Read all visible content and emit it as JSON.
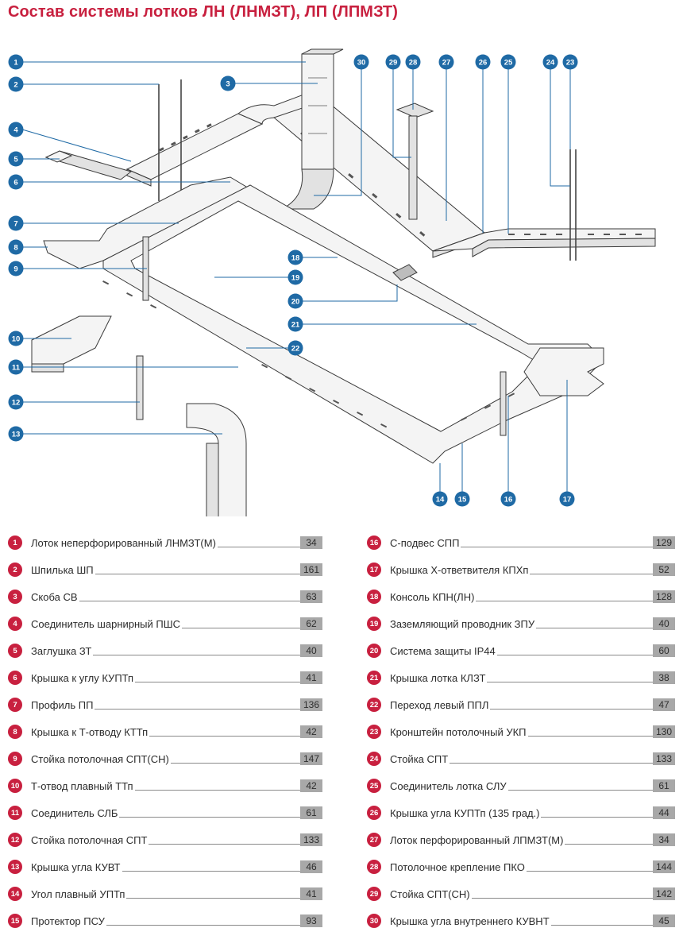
{
  "title": "Состав системы лотков ЛН (ЛНМЗТ), ЛП (ЛПМЗТ)",
  "colors": {
    "title": "#c8203f",
    "legend_badge": "#c8203f",
    "callout": "#1f6aa5",
    "page_box": "#a8a8a8"
  },
  "callouts": [
    "1",
    "2",
    "3",
    "4",
    "5",
    "6",
    "7",
    "8",
    "9",
    "10",
    "11",
    "12",
    "13",
    "14",
    "15",
    "16",
    "17",
    "18",
    "19",
    "20",
    "21",
    "22",
    "23",
    "24",
    "25",
    "26",
    "27",
    "28",
    "29",
    "30"
  ],
  "legend_left": [
    {
      "num": "1",
      "name": "Лоток неперфорированный ЛНМЗТ(М)",
      "page": "34"
    },
    {
      "num": "2",
      "name": "Шпилька ШП",
      "page": "161"
    },
    {
      "num": "3",
      "name": "Скоба СВ",
      "page": "63"
    },
    {
      "num": "4",
      "name": "Соединитель шарнирный ПШС",
      "page": "62"
    },
    {
      "num": "5",
      "name": "Заглушка ЗТ",
      "page": "40"
    },
    {
      "num": "6",
      "name": "Крышка к углу КУПТп",
      "page": "41"
    },
    {
      "num": "7",
      "name": "Профиль ПП",
      "page": "136"
    },
    {
      "num": "8",
      "name": "Крышка к Т-отводу КТТп",
      "page": "42"
    },
    {
      "num": "9",
      "name": "Стойка потолочная СПТ(СН)",
      "page": "147"
    },
    {
      "num": "10",
      "name": "Т-отвод плавный ТТп",
      "page": "42"
    },
    {
      "num": "11",
      "name": "Соединитель СЛБ",
      "page": "61"
    },
    {
      "num": "12",
      "name": "Стойка потолочная СПТ",
      "page": "133"
    },
    {
      "num": "13",
      "name": "Крышка угла КУВТ",
      "page": "46"
    },
    {
      "num": "14",
      "name": "Угол плавный УПТп",
      "page": "41"
    },
    {
      "num": "15",
      "name": "Протектор ПСУ",
      "page": "93"
    }
  ],
  "legend_right": [
    {
      "num": "16",
      "name": "С-подвес СПП",
      "page": "129"
    },
    {
      "num": "17",
      "name": "Крышка Х-ответвителя КПХп",
      "page": "52"
    },
    {
      "num": "18",
      "name": "Консоль КПН(ЛН)",
      "page": "128"
    },
    {
      "num": "19",
      "name": "Заземляющий проводник ЗПУ",
      "page": "40"
    },
    {
      "num": "20",
      "name": "Система защиты IP44",
      "page": "60"
    },
    {
      "num": "21",
      "name": "Крышка лотка КЛЗТ",
      "page": "38"
    },
    {
      "num": "22",
      "name": "Переход левый ППЛ",
      "page": "47"
    },
    {
      "num": "23",
      "name": "Кронштейн потолочный УКП",
      "page": "130"
    },
    {
      "num": "24",
      "name": "Стойка СПТ",
      "page": "133"
    },
    {
      "num": "25",
      "name": "Соединитель лотка СЛУ",
      "page": "61"
    },
    {
      "num": "26",
      "name": "Крышка угла КУПТп (135 град.)",
      "page": "44"
    },
    {
      "num": "27",
      "name": "Лоток перфорированный ЛПМЗТ(М)",
      "page": "34"
    },
    {
      "num": "28",
      "name": "Потолочное крепление ПКО",
      "page": "144"
    },
    {
      "num": "29",
      "name": "Стойка СПТ(СН)",
      "page": "142"
    },
    {
      "num": "30",
      "name": "Крышка угла внутреннего КУВНТ",
      "page": "45"
    }
  ]
}
